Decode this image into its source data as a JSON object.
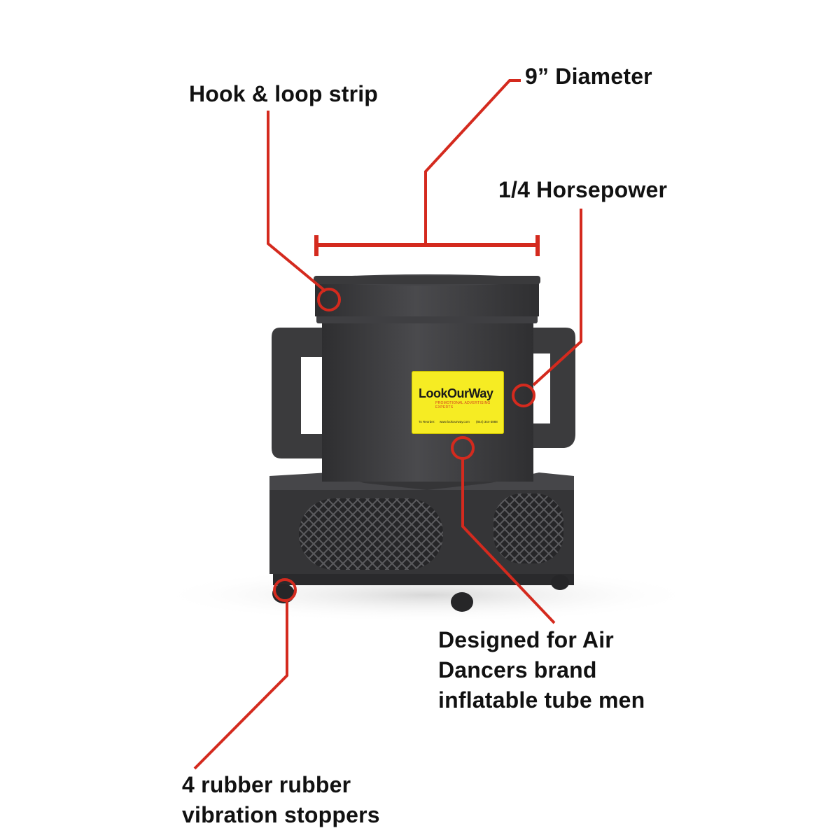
{
  "callouts": {
    "hook_loop": "Hook & loop strip",
    "diameter": "9” Diameter",
    "horsepower": "1/4 Horsepower",
    "designed_line1": "Designed for Air",
    "designed_line2": "Dancers brand",
    "designed_line3": "inflatable tube men",
    "stoppers_line1": "4 rubber rubber",
    "stoppers_line2": "vibration stoppers"
  },
  "sticker": {
    "brand": "LookOurWay",
    "tagline": "PROMOTIONAL ADVERTISING EXPERTS",
    "reorder": "To Reorder:",
    "website": "www.lookourway.com",
    "phone": "(844) 344-3888"
  },
  "colors": {
    "callout_line": "#d42a1e",
    "blower_body": "#3a3a3c",
    "sticker_bg": "#f6ec23"
  }
}
